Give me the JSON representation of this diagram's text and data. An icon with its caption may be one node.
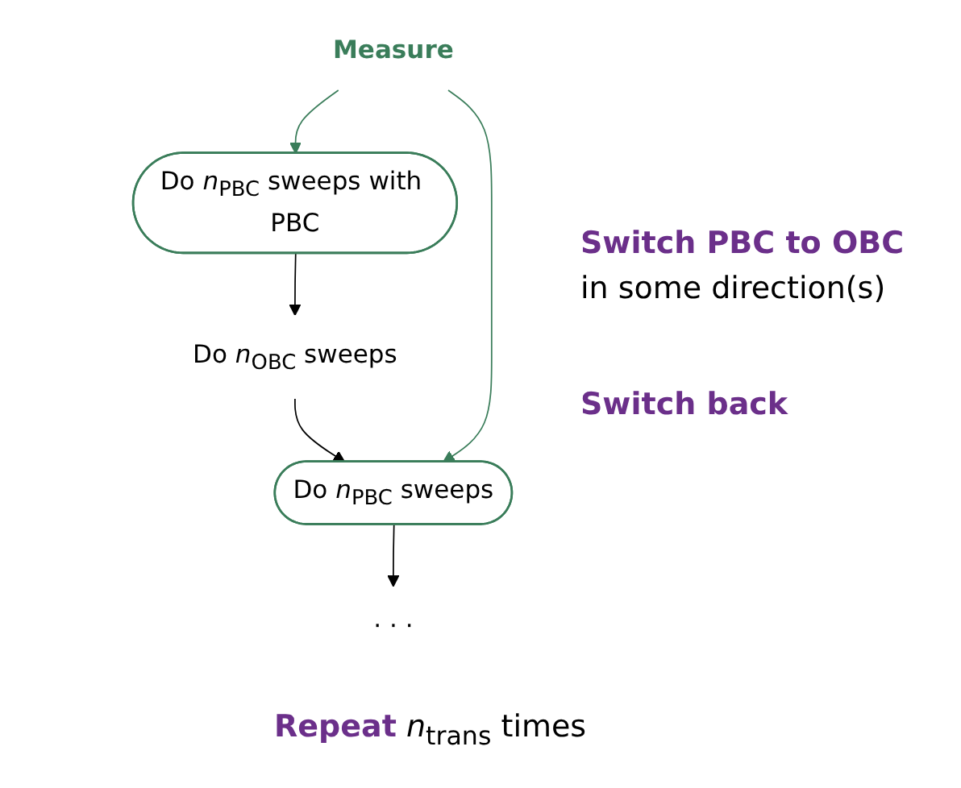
{
  "diagram": {
    "nodes": [
      {
        "text": [
          "Do *n*$_{PBC}$ sweeps with PBC"
        ]
      },
      {
        "text": [
          "Do *n*$_{OBC}$ sweeps"
        ]
      },
      {
        "text": [
          "Do *n*$_{PBC}$ sweeps"
        ]
      },
      {
        "text": [
          "· · ·"
        ]
      },
      {
        "text": [
          "Measure"
        ]
      }
    ],
    "edges": [
      {
        "from": 0,
        "to": 1,
        "arrow": "to"
      },
      {
        "from": 1,
        "to": 2,
        "arrow": "to"
      },
      {
        "from": 2,
        "to": 3,
        "arrow": "to"
      },
      {
        "from": 4,
        "to": 0,
        "arrow": "to",
        "color": "#3a7d5a"
      },
      {
        "from": 4,
        "to": 2,
        "arrow": "to",
        "color": "#3a7d5a"
      }
    ],
    "labels": [
      "Switch PBC to OBC",
      "in some direction(s)",
      "Switch back",
      "**Repeat** *n*$_{trans}$ times"
    ]
  }
}
